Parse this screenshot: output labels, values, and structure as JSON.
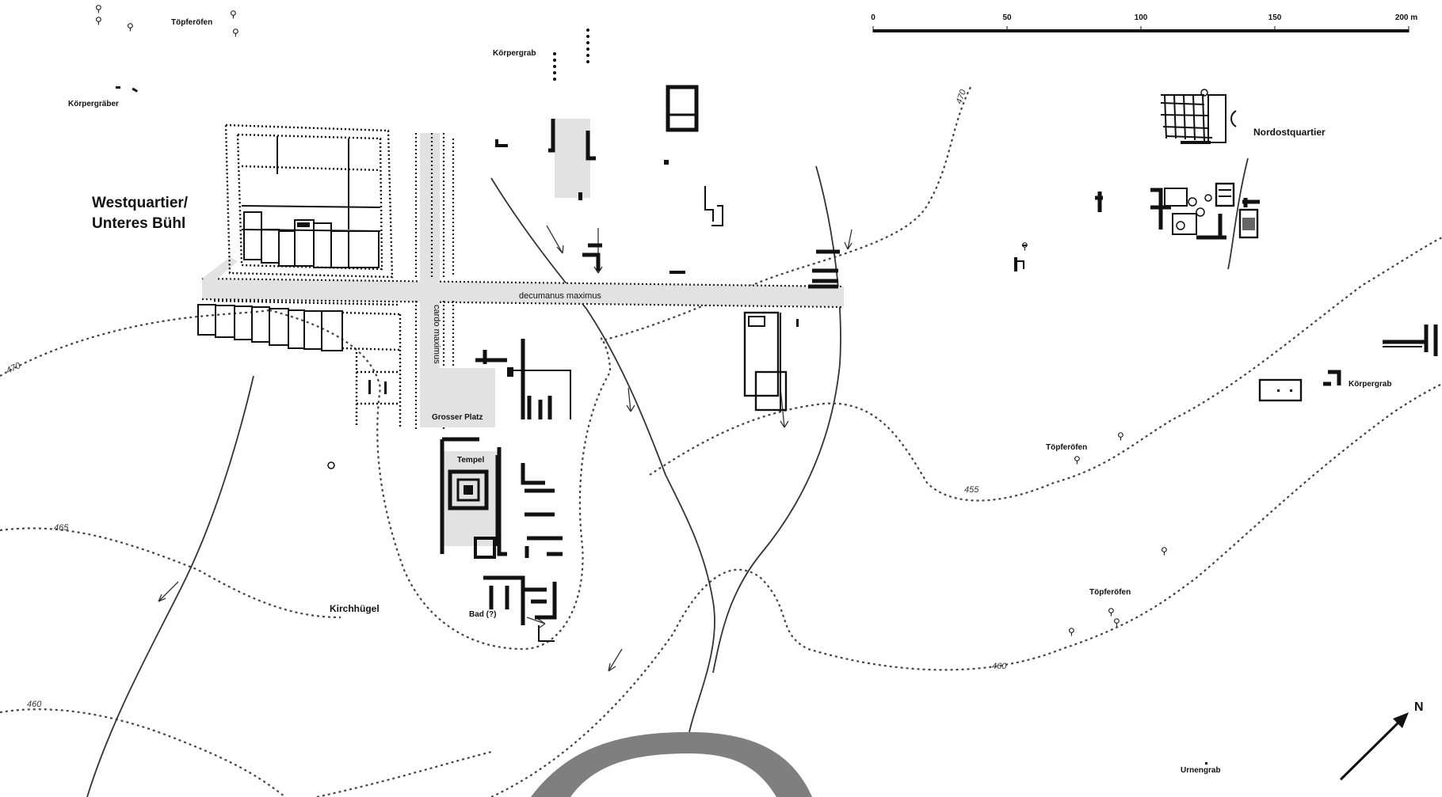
{
  "scale_bar": {
    "ticks": [
      "0",
      "50",
      "100",
      "150",
      "200 m"
    ]
  },
  "north_arrow": {
    "label": "N"
  },
  "areas": {
    "westquartier_line1": "Westquartier/",
    "westquartier_line2": "Unteres Bühl",
    "nordostquartier": "Nordostquartier",
    "kirchhuegel": "Kirchhügel"
  },
  "features": {
    "toepferoefen_nw": "Töpferöfen",
    "toepferoefen_e1": "Töpferöfen",
    "toepferoefen_e2": "Töpferöfen",
    "koerpergraeber": "Körpergräber",
    "koerpergrab_n": "Körpergrab",
    "koerpergrab_e": "Körpergrab",
    "urnengrab": "Urnengrab",
    "grosser_platz": "Grosser Platz",
    "tempel": "Tempel",
    "bad": "Bad (?)"
  },
  "roads": {
    "decumanus": "decumanus maximus",
    "cardo": "cardo maximus"
  },
  "contours": {
    "c470_ne": "470",
    "c470_w": "470",
    "c465": "465",
    "c460_w": "460",
    "c460_se": "460",
    "c455": "455"
  },
  "colors": {
    "ink": "#111111",
    "road": "#e2e2e2",
    "river": "#7f7f7f"
  }
}
